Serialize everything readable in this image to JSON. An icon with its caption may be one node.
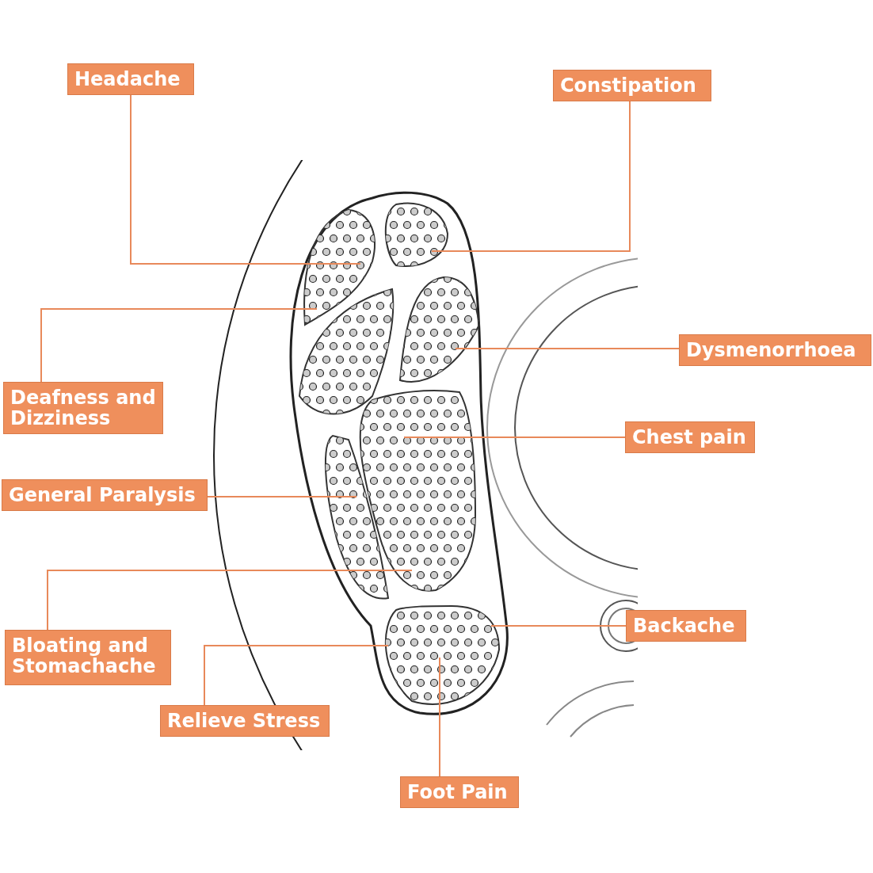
{
  "diagram": {
    "nodes": [
      {
        "text": [
          "Headache"
        ]
      },
      {
        "text": [
          "Constipation"
        ]
      },
      {
        "text": [
          "Dysmenorrhoea"
        ]
      },
      {
        "text": [
          "Deafness and Dizziness"
        ]
      },
      {
        "text": [
          "Chest pain"
        ]
      },
      {
        "text": [
          "General Paralysis"
        ]
      },
      {
        "text": [
          "Backache"
        ]
      },
      {
        "text": [
          "Bloating and Stomachache"
        ]
      },
      {
        "text": [
          "Relieve Stress"
        ]
      },
      {
        "text": [
          "Foot Pain"
        ]
      }
    ],
    "edges": [
      {
        "from": 0,
        "to": null,
        "arrow": "none"
      },
      {
        "from": 1,
        "to": null,
        "arrow": "none"
      },
      {
        "from": 2,
        "to": null,
        "arrow": "none"
      },
      {
        "from": 3,
        "to": null,
        "arrow": "none"
      },
      {
        "from": 4,
        "to": null,
        "arrow": "none"
      },
      {
        "from": 5,
        "to": null,
        "arrow": "none"
      },
      {
        "from": 6,
        "to": null,
        "arrow": "none"
      },
      {
        "from": 7,
        "to": null,
        "arrow": "none"
      },
      {
        "from": 8,
        "to": null,
        "arrow": "none"
      },
      {
        "from": 9,
        "to": null,
        "arrow": "none"
      }
    ]
  }
}
